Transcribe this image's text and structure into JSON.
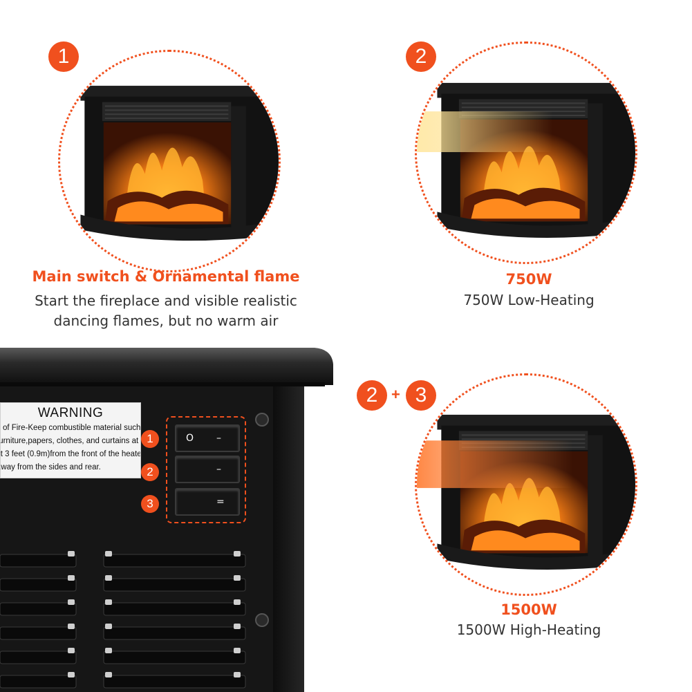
{
  "features": [
    {
      "badge": "1",
      "title": "Main switch & Ornamental flame",
      "desc_line1": "Start the fireplace and visible realistic",
      "desc_line2": "dancing flames, but no warm air"
    },
    {
      "badge": "2",
      "title": "750W",
      "desc_line1": "750W Low-Heating"
    },
    {
      "badge_a": "2",
      "plus": "+",
      "badge_b": "3",
      "title": "1500W",
      "desc_line1": "1500W High-Heating"
    }
  ],
  "warning_label": {
    "title": "WARNING",
    "lines": [
      "k of Fire-Keep combustible material such",
      "furniture,papers, clothes, and curtains at",
      "st 3 feet (0.9m)from the front of the heater",
      "away from the sides and rear."
    ]
  },
  "switches": [
    {
      "badge": "1",
      "left_symbol": "O",
      "right_symbol": "–"
    },
    {
      "badge": "2",
      "left_symbol": "",
      "right_symbol": "–"
    },
    {
      "badge": "3",
      "left_symbol": "",
      "right_symbol": "="
    }
  ],
  "colors": {
    "accent": "#f0501e",
    "heater_body": "#141414",
    "text": "#333333"
  }
}
